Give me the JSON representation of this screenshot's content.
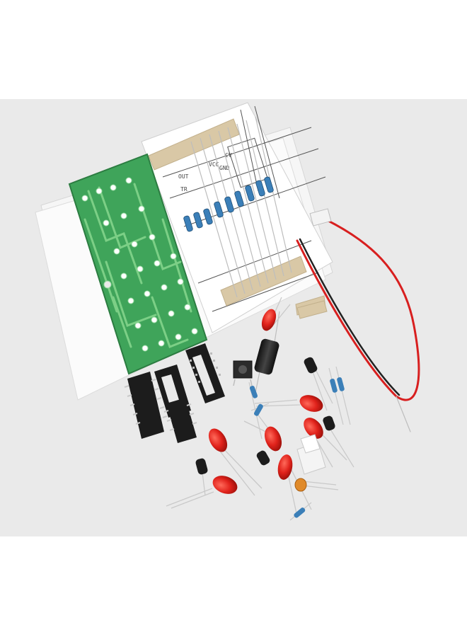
{
  "photo": {
    "subject": "electronics-diy-kit",
    "colors": {
      "page_background": "#ffffff",
      "photo_background": "#eaeaea",
      "pcb_green": "#3fa45a",
      "trace_green": "#7ccf86",
      "led_red": "#e0221b",
      "ic_black": "#1c1c1c",
      "wire_red": "#d81f1f",
      "wire_black": "#222222",
      "resistor_blue": "#3b7fb8",
      "tape_beige": "#d9c8a6"
    },
    "schematic_labels": [
      "TR",
      "OUT",
      "CV",
      "GND",
      "VCC"
    ]
  }
}
